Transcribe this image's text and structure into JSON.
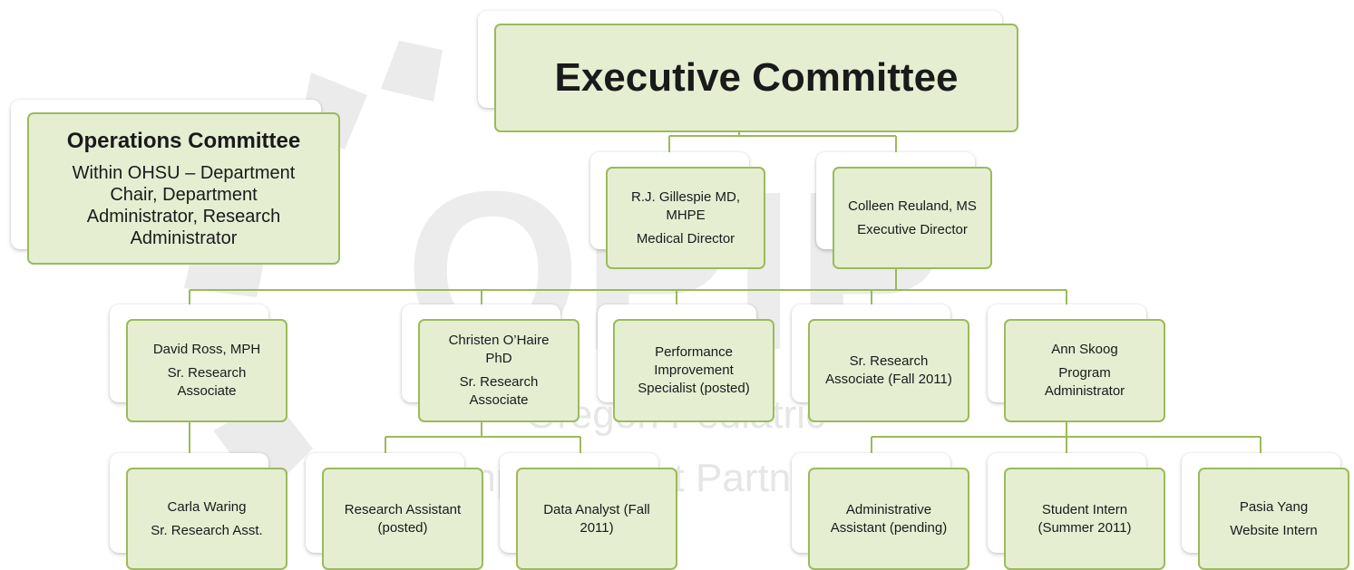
{
  "watermark": {
    "logo_text": "OPIP",
    "line1": "Oregon Pediatric",
    "line2": "Improvement Partnership"
  },
  "colors": {
    "node_fill": "#e6eed2",
    "node_border": "#9bbb59",
    "connector": "#9bbb59",
    "watermark": "#e8e8e8"
  },
  "executive": {
    "title": "Executive Committee"
  },
  "operations": {
    "title": "Operations Committee",
    "description": "Within OHSU – Department\nChair, Department\nAdministrator, Research\nAdministrator"
  },
  "leaders": [
    {
      "name": "R.J. Gillespie MD,\nMHPE",
      "role": "Medical Director"
    },
    {
      "name": "Colleen Reuland, MS",
      "role": "Executive Director"
    }
  ],
  "staff": [
    {
      "name": "David Ross, MPH",
      "role": "Sr. Research\nAssociate"
    },
    {
      "name": "Christen O’Haire\nPhD",
      "role": "Sr. Research\nAssociate"
    },
    {
      "name": "Performance\nImprovement\nSpecialist (posted)",
      "role": ""
    },
    {
      "name": "Sr. Research\nAssociate (Fall 2011)",
      "role": ""
    },
    {
      "name": "Ann Skoog",
      "role": "Program\nAdministrator"
    }
  ],
  "reports": [
    {
      "name": "Carla Waring",
      "role": "Sr. Research Asst."
    },
    {
      "name": "Research Assistant\n(posted)",
      "role": ""
    },
    {
      "name": "Data Analyst (Fall\n2011)",
      "role": ""
    },
    {
      "name": "Administrative\nAssistant (pending)",
      "role": ""
    },
    {
      "name": "Student Intern\n(Summer 2011)",
      "role": ""
    },
    {
      "name": "Pasia Yang",
      "role": "Website Intern"
    }
  ]
}
